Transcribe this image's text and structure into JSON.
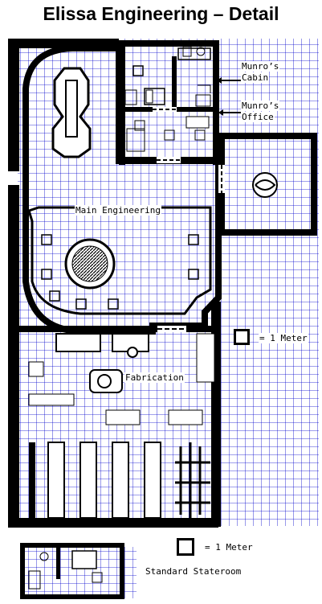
{
  "title": "Elissa Engineering – Detail",
  "labels": {
    "munros_cabin_line1": "Munro’s",
    "munros_cabin_line2": "Cabin",
    "munros_office_line1": "Munro’s",
    "munros_office_line2": "Office",
    "main_engineering": "Main Engineering",
    "fabrication": "Fabrication",
    "scale_right": "= 1 Meter",
    "scale_bottom": "= 1 Meter",
    "standard_stateroom": "Standard Stateroom"
  },
  "colors": {
    "grid": "#0000cc",
    "wall": "#000000",
    "background": "#ffffff"
  }
}
